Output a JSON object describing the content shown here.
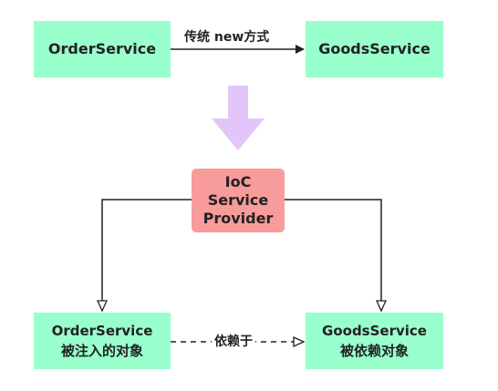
{
  "top": {
    "left_box": "OrderService",
    "right_box": "GoodsService",
    "edge_label": "传统 new方式"
  },
  "container": {
    "line1": "IoC",
    "line2": "Service",
    "line3": "Provider"
  },
  "bottom": {
    "left_box_title": "OrderService",
    "left_box_sub": "被注入的对象",
    "right_box_title": "GoodsService",
    "right_box_sub": "被依赖对象",
    "edge_label": "依赖于"
  },
  "colors": {
    "box_green": "#99ffcc",
    "box_red": "#f79b9b",
    "big_arrow": "#e2c5f9",
    "line": "#222222"
  }
}
